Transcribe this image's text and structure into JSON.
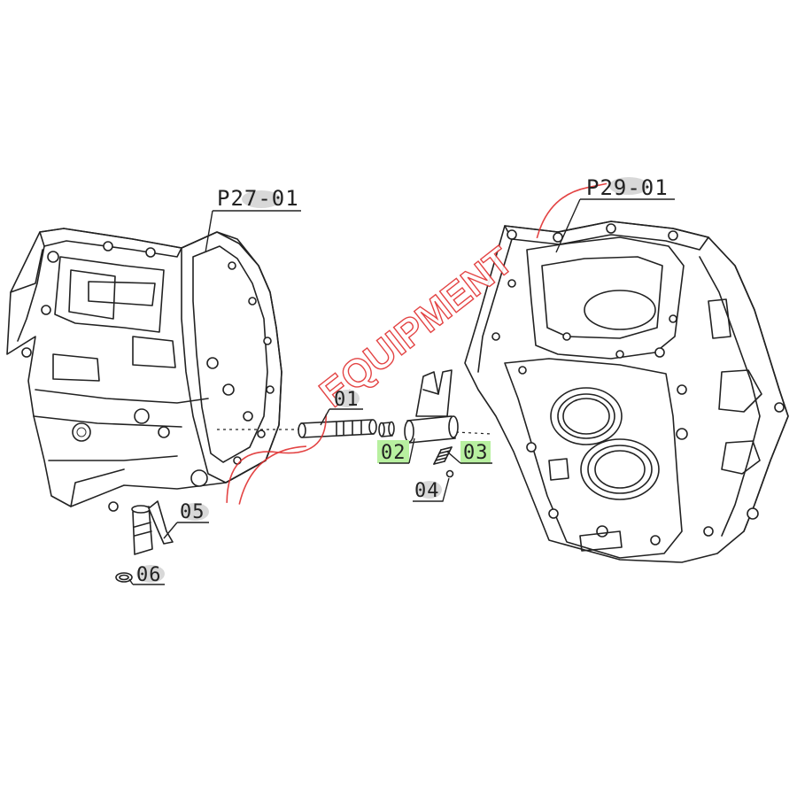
{
  "labels": {
    "assembly_left": "P27-01",
    "assembly_right": "P29-01",
    "part_01": "01",
    "part_02": "02",
    "part_03": "03",
    "part_04": "04",
    "part_05": "05",
    "part_06": "06"
  },
  "highlights": {
    "part_02": true,
    "part_03": true,
    "highlight_color": "#b8f0a0",
    "label_bg_color": "#d8d8d8"
  },
  "watermark": {
    "text": "EQUIPMENT",
    "color": "#e03030"
  }
}
